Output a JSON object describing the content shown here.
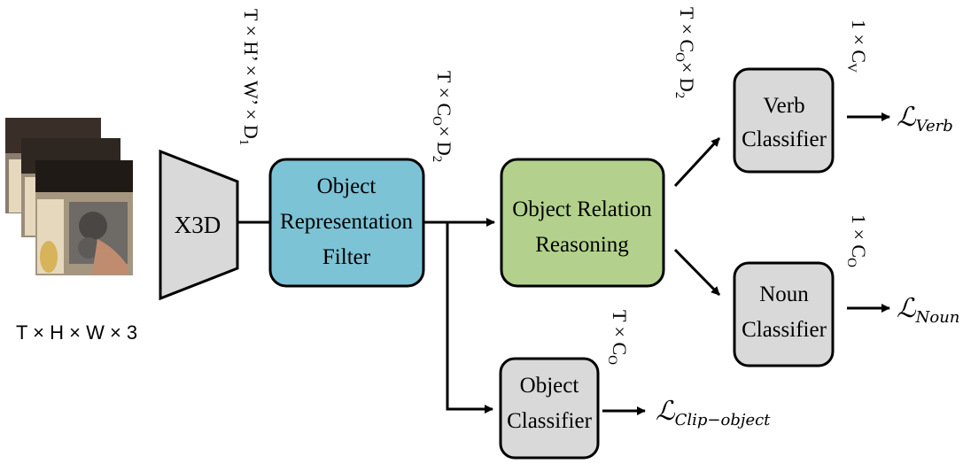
{
  "nodes": {
    "x3d": {
      "label": "X3D"
    },
    "orf": {
      "lines": [
        "Object",
        "Representation",
        "Filter"
      ],
      "fill": "#7dc3d6"
    },
    "orr": {
      "lines": [
        "Object Relation",
        "Reasoning"
      ],
      "fill": "#b3d18c"
    },
    "verb": {
      "lines": [
        "Verb",
        "Classifier"
      ],
      "fill": "#d9d9d9"
    },
    "noun": {
      "lines": [
        "Noun",
        "Classifier"
      ],
      "fill": "#d9d9d9"
    },
    "objcls": {
      "lines": [
        "Object",
        "Classifier"
      ],
      "fill": "#d9d9d9"
    }
  },
  "dims": {
    "input": "T × H × W × 3",
    "x3d_out": "T × H’ × W’ × D",
    "x3d_out_sub": "1",
    "orf_out": "T × C",
    "orf_out_sub": "O",
    "orf_out_tail": "× D",
    "orf_out_sub2": "2",
    "orr_out": "T × C",
    "orr_out_sub": "O",
    "orr_out_tail": "× D",
    "orr_out_sub2": "2",
    "verb_out": "1 × C",
    "verb_out_sub": "V",
    "noun_out": "1 × C",
    "noun_out_sub": "O",
    "objcls_out": "T ×  C",
    "objcls_out_sub": "O"
  },
  "losses": {
    "verb": {
      "main": "ℒ",
      "sub": "Verb"
    },
    "noun": {
      "main": "ℒ",
      "sub": "Noun"
    },
    "clip": {
      "main": "ℒ",
      "sub": "Clip−object"
    }
  },
  "colors": {
    "box_stroke": "#000000",
    "x3d_fill": "#d9d9d9",
    "frame_dark": "#3a2f28",
    "frame_counter": "#c9b79a",
    "frame_wall": "#e6d8bd",
    "frame_stove": "#6e6a66"
  }
}
